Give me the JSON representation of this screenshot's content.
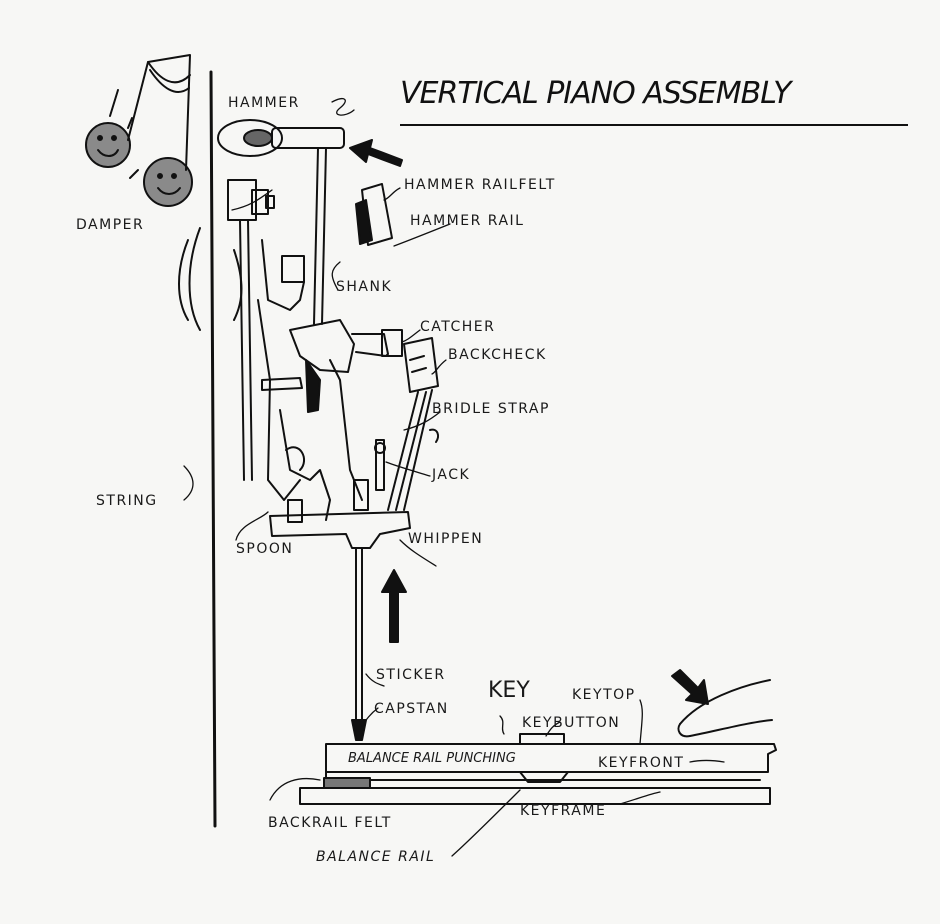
{
  "title": "VERTICAL PIANO ASSEMBLY",
  "labels": {
    "hammer": "HAMMER",
    "hammer_rail_felt": "HAMMER RAILFELT",
    "hammer_rail": "HAMMER RAIL",
    "damper": "DAMPER",
    "shank": "SHANK",
    "catcher": "CATCHER",
    "backcheck": "BACKCHECK",
    "bridle_strap": "BRIDLE STRAP",
    "jack": "JACK",
    "string": "STRING",
    "spoon": "SPOON",
    "whippen": "WHIPPEN",
    "sticker": "STICKER",
    "key": "KEY",
    "keytop": "KEYTOP",
    "capstan": "CAPSTAN",
    "keybutton": "KEYBUTTON",
    "balance_rail_punching": "BALANCE RAIL PUNCHING",
    "keyfront": "KEYFRONT",
    "backrail_felt": "BACKRAIL FELT",
    "keyframe": "KEYFRAME",
    "balance_rail": "BALANCE RAIL"
  },
  "colors": {
    "ink": "#111111",
    "paper": "#f7f7f5",
    "note_fill": "#8a8a8a"
  }
}
